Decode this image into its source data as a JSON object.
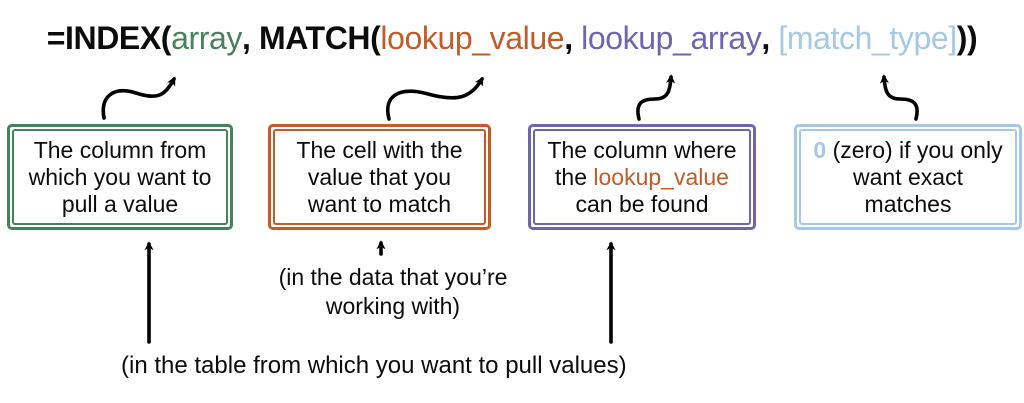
{
  "title": "INDEX MATCH formula explanation diagram",
  "colors": {
    "green": "#47805d",
    "orange": "#c25b26",
    "purple": "#6d65af",
    "light_blue": "#a5c8e7",
    "ink": "#0c0c0c"
  },
  "formula": {
    "segments": [
      {
        "text": "=INDEX(",
        "color": "ink",
        "bold": true
      },
      {
        "text": "array",
        "color": "green",
        "bold": false
      },
      {
        "text": ", ",
        "color": "ink",
        "bold": true
      },
      {
        "text": "MATCH(",
        "color": "ink",
        "bold": true
      },
      {
        "text": "lookup_value",
        "color": "orange",
        "bold": false
      },
      {
        "text": ", ",
        "color": "ink",
        "bold": true
      },
      {
        "text": "lookup_array",
        "color": "purple",
        "bold": false
      },
      {
        "text": ", ",
        "color": "ink",
        "bold": true
      },
      {
        "text": "[match_type]",
        "color": "light_blue",
        "bold": false
      },
      {
        "text": "))",
        "color": "ink",
        "bold": true
      }
    ]
  },
  "boxes": [
    {
      "id": "array",
      "border_color": "green",
      "lines": [
        [
          {
            "t": "The column from"
          }
        ],
        [
          {
            "t": "which you want to"
          }
        ],
        [
          {
            "t": "pull a value"
          }
        ]
      ]
    },
    {
      "id": "lookup-value",
      "border_color": "orange",
      "lines": [
        [
          {
            "t": "The cell with the"
          }
        ],
        [
          {
            "t": "value that you"
          }
        ],
        [
          {
            "t": "want to match"
          }
        ]
      ]
    },
    {
      "id": "lookup-array",
      "border_color": "purple",
      "lines": [
        [
          {
            "t": "The column where"
          }
        ],
        [
          {
            "t": "the "
          },
          {
            "t": "lookup_value",
            "color": "orange"
          }
        ],
        [
          {
            "t": "can be found"
          }
        ]
      ]
    },
    {
      "id": "match-type",
      "border_color": "light_blue",
      "lines": [
        [
          {
            "t": "0",
            "color": "light_blue",
            "bold": true
          },
          {
            "t": " (zero) if you only"
          }
        ],
        [
          {
            "t": "want exact"
          }
        ],
        [
          {
            "t": "matches"
          }
        ]
      ]
    }
  ],
  "notes": {
    "data_note": "(in the data that you’re working with)",
    "table_note": "(in the table from which you want to pull values)"
  }
}
